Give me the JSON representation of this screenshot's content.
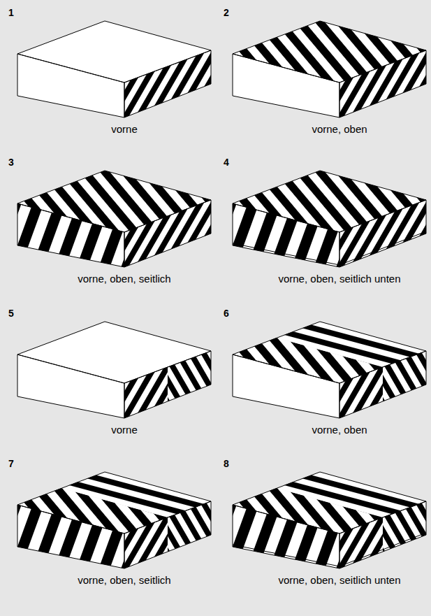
{
  "diagram": {
    "labels": [
      "1",
      "vorne",
      "2",
      "vorne, oben",
      "3",
      "vorne, oben, seitlich",
      "4",
      "vorne, oben, seitlich unten",
      "5",
      "vorne",
      "6",
      "vorne, oben",
      "7",
      "vorne, oben, seitlich",
      "8",
      "vorne, oben, seitlich unten"
    ]
  }
}
